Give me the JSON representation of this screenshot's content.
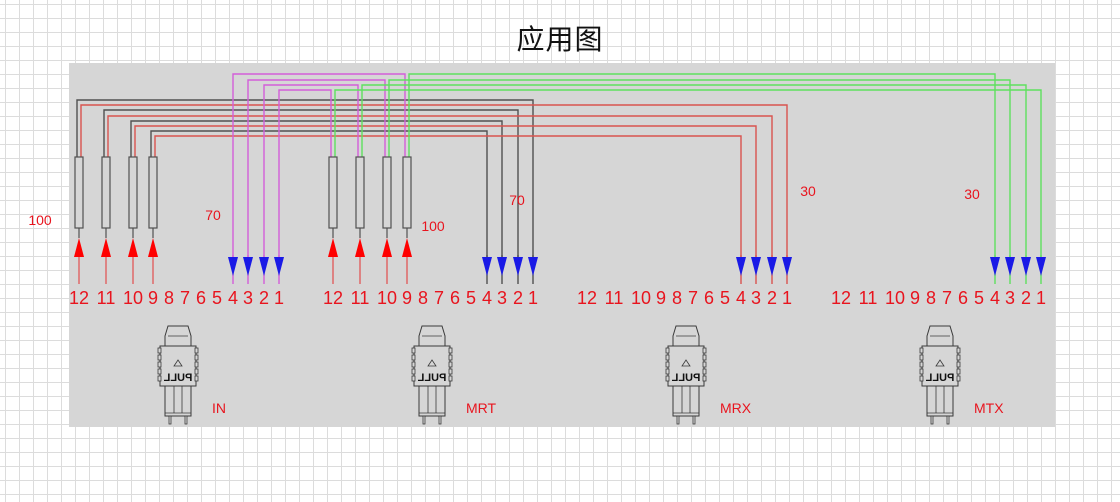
{
  "title": "应用图",
  "colors": {
    "panel": "#d6d6d6",
    "label_red": "#e8141e",
    "wire_black": "#505050",
    "wire_red": "#d9534f",
    "wire_magenta": "#d35ed9",
    "wire_green": "#5ee05e",
    "arrow_red": "#ff0000",
    "arrow_blue": "#1a1ae6"
  },
  "pin_labels": [
    "12",
    "11",
    "10",
    "9",
    "8",
    "7",
    "6",
    "5",
    "4",
    "3",
    "2",
    "1"
  ],
  "connectors": [
    {
      "id": "IN",
      "label": "IN"
    },
    {
      "id": "MRT",
      "label": "MRT"
    },
    {
      "id": "MRX",
      "label": "MRX"
    },
    {
      "id": "MTX",
      "label": "MTX"
    }
  ],
  "annotations": [
    {
      "id": "in-rx-length",
      "text": "100"
    },
    {
      "id": "in-tx-length",
      "text": "70"
    },
    {
      "id": "mrt-rx-length",
      "text": "100"
    },
    {
      "id": "mrt-tx-length",
      "text": "70"
    },
    {
      "id": "mrx-length",
      "text": "30"
    },
    {
      "id": "mtx-length",
      "text": "30"
    }
  ],
  "connections": [
    {
      "from": "IN.12",
      "to": "MRT.1",
      "color": "wire_black"
    },
    {
      "from": "IN.11",
      "to": "MRT.2",
      "color": "wire_black"
    },
    {
      "from": "IN.10",
      "to": "MRT.3",
      "color": "wire_black"
    },
    {
      "from": "IN.9",
      "to": "MRT.4",
      "color": "wire_black"
    },
    {
      "from": "IN.12",
      "to": "MRX.1",
      "color": "wire_red"
    },
    {
      "from": "IN.11",
      "to": "MRX.2",
      "color": "wire_red"
    },
    {
      "from": "IN.10",
      "to": "MRX.3",
      "color": "wire_red"
    },
    {
      "from": "IN.9",
      "to": "MRX.4",
      "color": "wire_red"
    },
    {
      "from": "IN.4",
      "to": "MRT.9",
      "color": "wire_magenta"
    },
    {
      "from": "IN.3",
      "to": "MRT.10",
      "color": "wire_magenta"
    },
    {
      "from": "IN.2",
      "to": "MRT.11",
      "color": "wire_magenta"
    },
    {
      "from": "IN.1",
      "to": "MRT.12",
      "color": "wire_magenta"
    },
    {
      "from": "MRT.9",
      "to": "MTX.4",
      "color": "wire_green"
    },
    {
      "from": "MRT.10",
      "to": "MTX.3",
      "color": "wire_green"
    },
    {
      "from": "MRT.11",
      "to": "MTX.2",
      "color": "wire_green"
    },
    {
      "from": "MRT.12",
      "to": "MTX.1",
      "color": "wire_green"
    }
  ]
}
